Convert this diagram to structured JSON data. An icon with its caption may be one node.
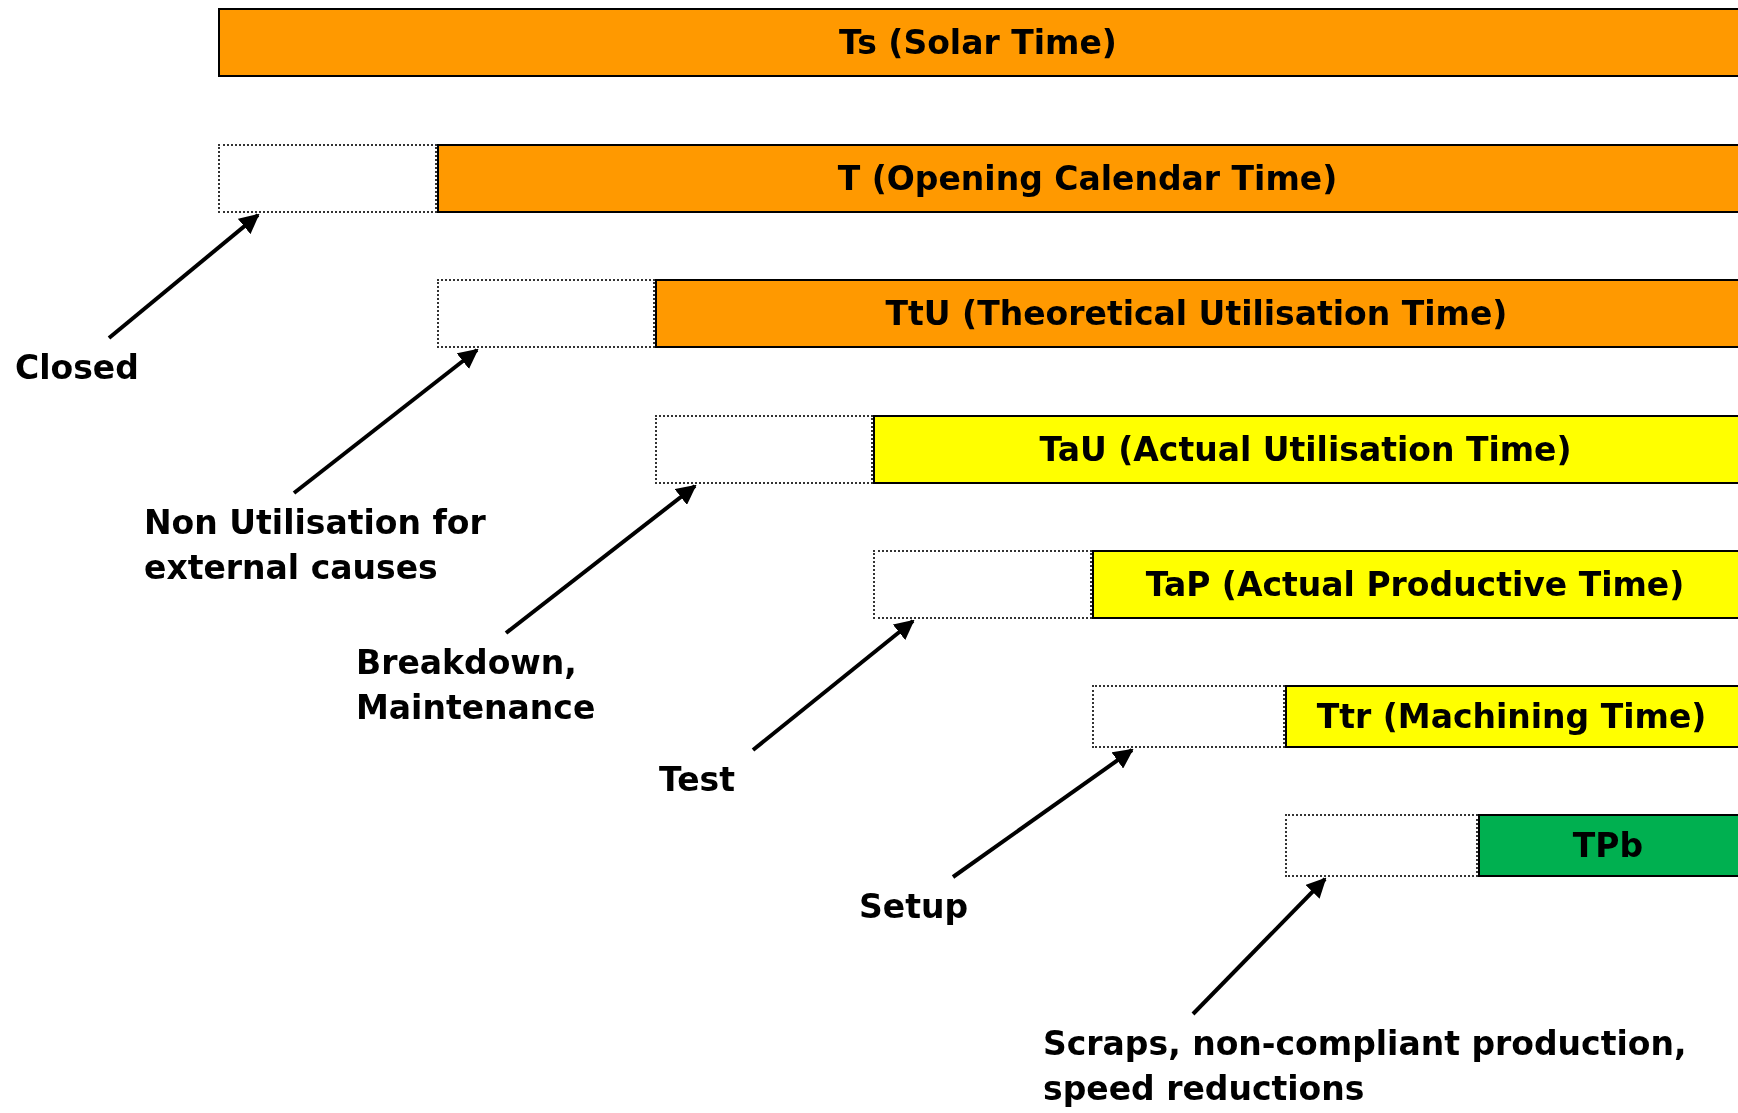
{
  "diagram": {
    "nodes": [
      {
        "text": [
          "Ts (Solar Time)"
        ]
      },
      {
        "text": [],
        "shape": "box"
      },
      {
        "text": [
          "T (Opening Calendar Time)"
        ]
      },
      {
        "text": [],
        "shape": "box"
      },
      {
        "text": [
          "TtU (Theoretical Utilisation Time)"
        ]
      },
      {
        "text": [
          "Closed"
        ]
      },
      {
        "text": [],
        "shape": "box"
      },
      {
        "text": [
          "TaU (Actual Utilisation Time)"
        ]
      },
      {
        "text": [
          "Non Utilisation for external causes"
        ]
      },
      {
        "text": [],
        "shape": "box"
      },
      {
        "text": [
          "TaP (Actual Productive Time)"
        ]
      },
      {
        "text": [
          "Breakdown, Maintenance"
        ]
      },
      {
        "text": [],
        "shape": "box"
      },
      {
        "text": [
          "Ttr (Machining Time)"
        ]
      },
      {
        "text": [
          "Test"
        ]
      },
      {
        "text": [],
        "shape": "box"
      },
      {
        "text": [
          "TPb"
        ]
      },
      {
        "text": [
          "Setup"
        ]
      },
      {
        "text": [
          "Scraps, non-compliant production, speed reductions"
        ]
      }
    ],
    "edges": [
      {
        "from": 5,
        "to": 1,
        "arrow": "to"
      },
      {
        "from": 8,
        "to": 3,
        "arrow": "to"
      },
      {
        "from": 11,
        "to": 6,
        "arrow": "to"
      },
      {
        "from": 14,
        "to": 9,
        "arrow": "to"
      },
      {
        "from": 17,
        "to": 12,
        "arrow": "to"
      },
      {
        "from": 18,
        "to": 15,
        "arrow": "to"
      }
    ]
  }
}
